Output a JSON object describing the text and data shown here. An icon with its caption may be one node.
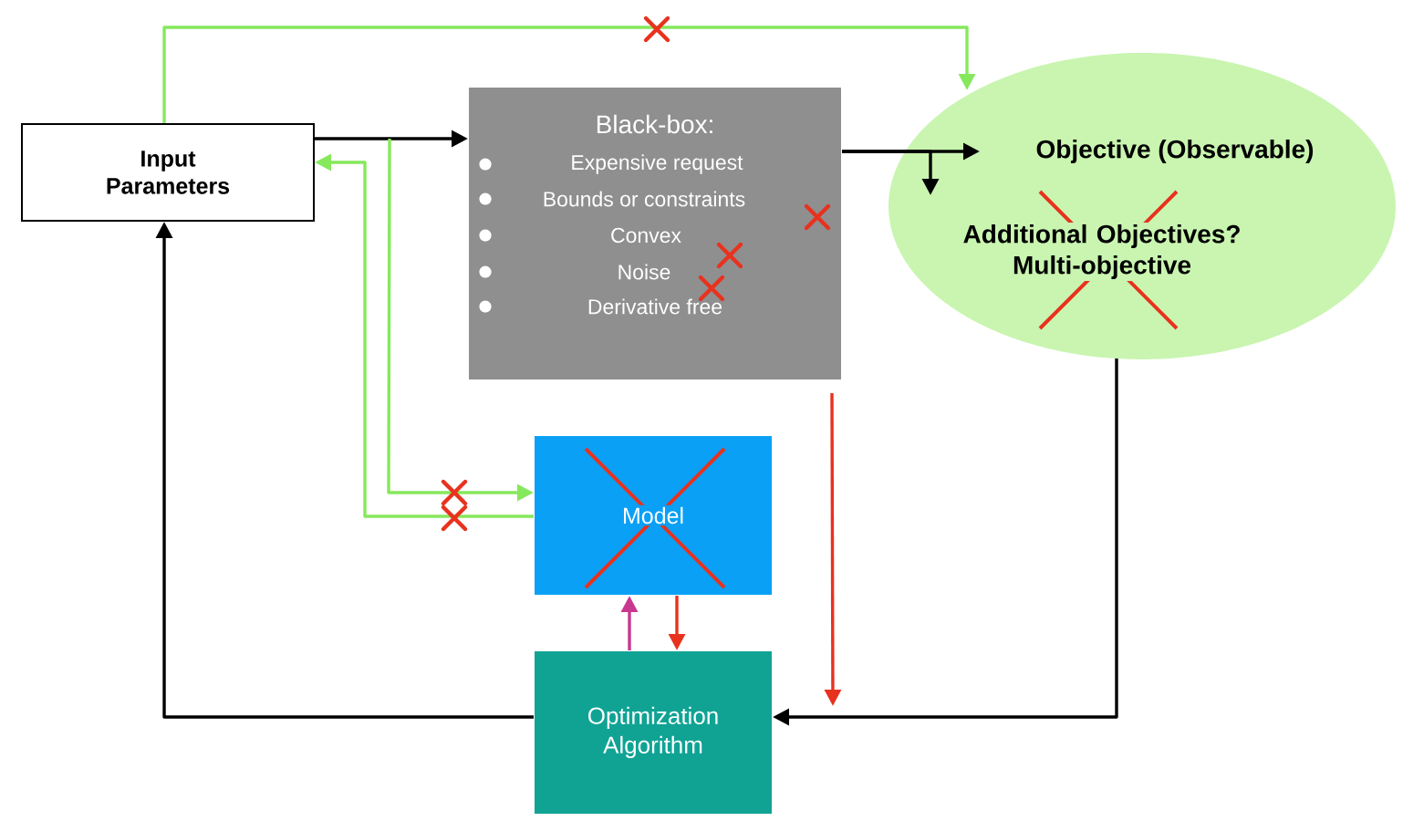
{
  "diagram": {
    "nodes": [
      {
        "text": [
          "Input Parameters"
        ]
      },
      {
        "text": [
          "Black-box:",
          "Expensive request",
          "Bounds or constraints",
          "Convex",
          "Noise",
          "Derivative free"
        ]
      },
      {
        "text": [
          "Objective (Observable)",
          "Additional Objectives? Multi-objective"
        ]
      },
      {
        "text": [
          "Model"
        ]
      },
      {
        "text": [
          "Optimization Algorithm"
        ]
      }
    ],
    "edges": [
      {
        "from": 0,
        "to": 1,
        "arrow": "to"
      },
      {
        "from": 1,
        "to": 2,
        "arrow": "to"
      },
      {
        "from": 1,
        "to": 2,
        "arrow": "to"
      },
      {
        "from": 0,
        "to": 2,
        "arrow": "to",
        "color": "#86e85c"
      },
      {
        "from": 0,
        "to": 3,
        "arrow": "to",
        "color": "#86e85c"
      },
      {
        "from": 3,
        "to": 0,
        "arrow": "to",
        "color": "#86e85c"
      },
      {
        "from": 2,
        "to": 4,
        "arrow": "to"
      },
      {
        "from": 1,
        "to": 4,
        "arrow": "to",
        "color": "#e8321e"
      },
      {
        "from": 4,
        "to": 3,
        "arrow": "to",
        "color": "#c8388f"
      },
      {
        "from": 3,
        "to": 4,
        "arrow": "to",
        "color": "#e8321e"
      },
      {
        "from": 4,
        "to": 0,
        "arrow": "to"
      }
    ]
  }
}
